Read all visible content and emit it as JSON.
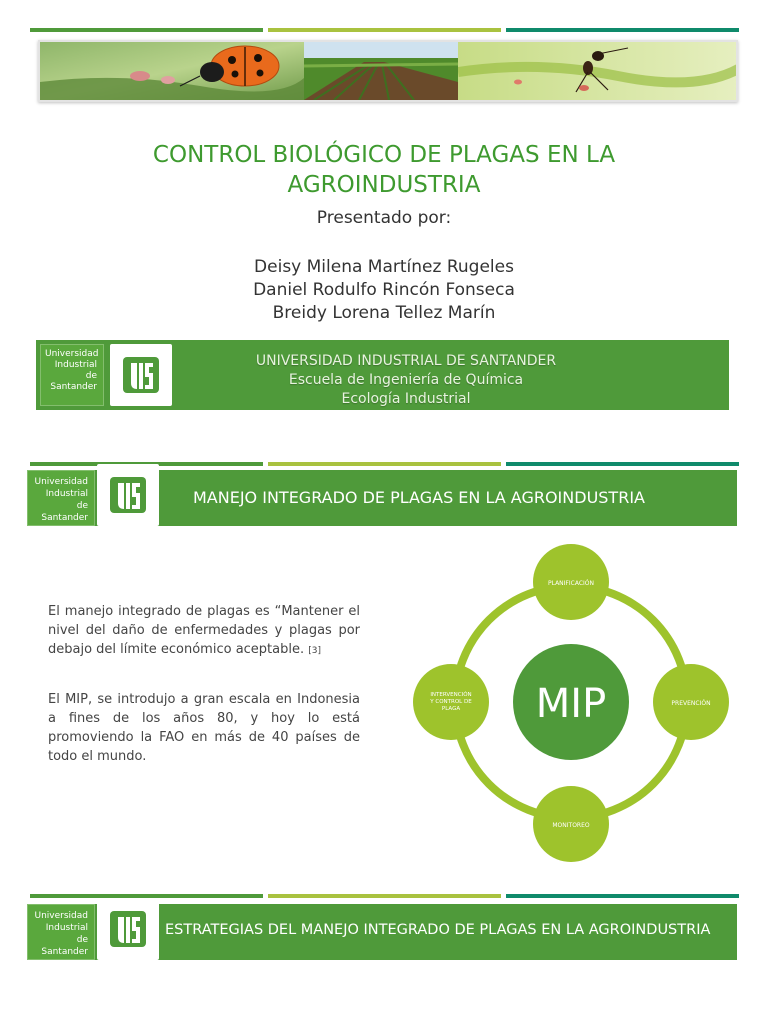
{
  "slide1": {
    "title": "CONTROL BIOLÓGICO DE PLAGAS EN LA AGROINDUSTRIA",
    "title_line1": "CONTROL BIOLÓGICO DE PLAGAS EN LA",
    "title_line2": "AGROINDUSTRIA",
    "presented_by": "Presentado por:",
    "authors": [
      "Deisy Milena Martínez Rugeles",
      "Daniel Rodulfo Rincón Fonseca",
      "Breidy Lorena Tellez Marín"
    ],
    "institution": {
      "university_name": "UNIVERSIDAD INDUSTRIAL DE SANTANDER",
      "school": "Escuela de Ingeniería de Química",
      "course": "Ecología Industrial",
      "logo_text_lines": [
        "Universidad",
        "Industrial de",
        "Santander"
      ]
    }
  },
  "slide2": {
    "logo_text_lines": [
      "Universidad",
      "Industrial de",
      "Santander"
    ],
    "heading": "MANEJO INTEGRADO DE PLAGAS EN LA AGROINDUSTRIA",
    "paragraph1": "El manejo integrado de plagas es “Mantener el nivel del daño de enfermedades y plagas por debajo del límite económico aceptable.",
    "paragraph1_ref": "[3]",
    "paragraph2": "El MIP, se introdujo a gran escala en Indonesia a fines de los años 80, y hoy lo está promoviendo la FAO en más de 40 países de todo el mundo.",
    "diagram": {
      "center": "MIP",
      "nodes": {
        "top": "PLANIFICACIÓN",
        "right": "PREVENCIÓN",
        "bottom": "MONITOREO",
        "left_line1": "INTERVENCIÓN",
        "left_line2": "Y CONTROL DE",
        "left_line3": "PLAGA"
      }
    }
  },
  "slide3": {
    "logo_text_lines": [
      "Universidad",
      "Industrial de",
      "Santander"
    ],
    "heading": "ESTRATEGIAS DEL MANEJO INTEGRADO DE PLAGAS EN LA AGROINDUSTRIA"
  },
  "colors": {
    "brand_green": "#4f9a3a",
    "title_green": "#3e9a2f",
    "lime": "#a9c23f",
    "teal": "#0f8a6b",
    "diagram_center": "#4f9a3a",
    "diagram_node": "#9ec32c",
    "diagram_ring": "#9ec32c"
  },
  "icons": [
    "uis-logo-icon",
    "ladybug-photo",
    "crop-field-photo",
    "insect-photo"
  ]
}
